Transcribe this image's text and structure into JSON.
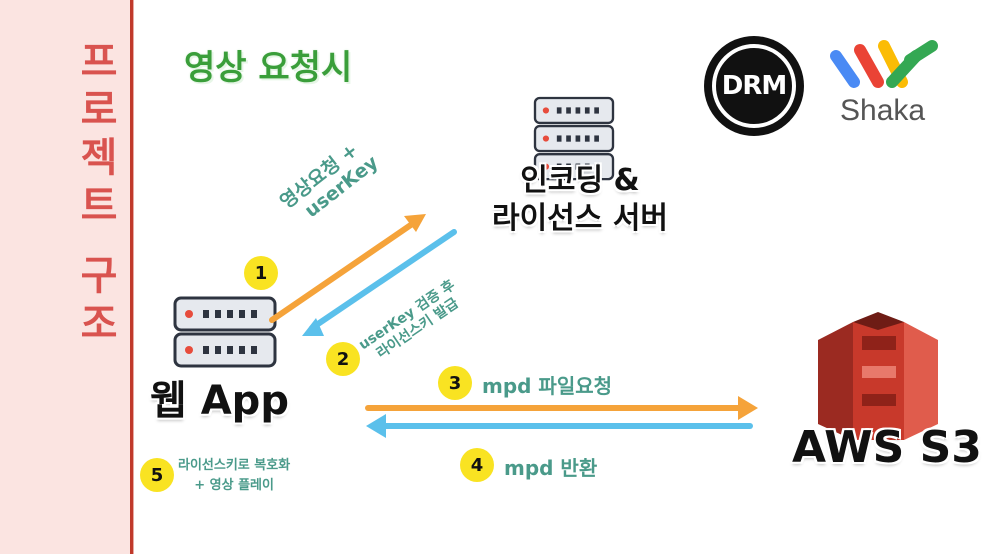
{
  "sidebar": {
    "title": "프로젝트 구조"
  },
  "heading": "영상 요청시",
  "nodes": {
    "encoding_server": {
      "line1": "인코딩 &",
      "line2": "라이선스 서버"
    },
    "web_app": "웹 App",
    "s3": "AWS S3"
  },
  "logos": {
    "drm": "DRM",
    "shaka": "Shaka"
  },
  "steps": [
    {
      "number": "1",
      "text_line1": "영상요청 +",
      "text_line2": "userKey"
    },
    {
      "number": "2",
      "text_line1": "userKey 검증 후",
      "text_line2": "라이선스키 발급"
    },
    {
      "number": "3",
      "text": "mpd 파일요청"
    },
    {
      "number": "4",
      "text": "mpd 반환"
    },
    {
      "number": "5",
      "text_line1": "라이선스키로 복호화",
      "text_line2": "+ 영상 플레이"
    }
  ],
  "colors": {
    "request_arrow": "#f5a33a",
    "response_arrow": "#5bc0eb",
    "step_badge": "#f9e322",
    "sidebar_bg": "#fbe4e1",
    "sidebar_text": "#d9534f",
    "heading": "#3a9e3a",
    "step_text": "#4a9a8a"
  },
  "icons": {
    "server": "server-rack-icon",
    "s3": "aws-s3-bucket-icon",
    "drm": "drm-logo",
    "shaka": "shaka-player-logo"
  }
}
